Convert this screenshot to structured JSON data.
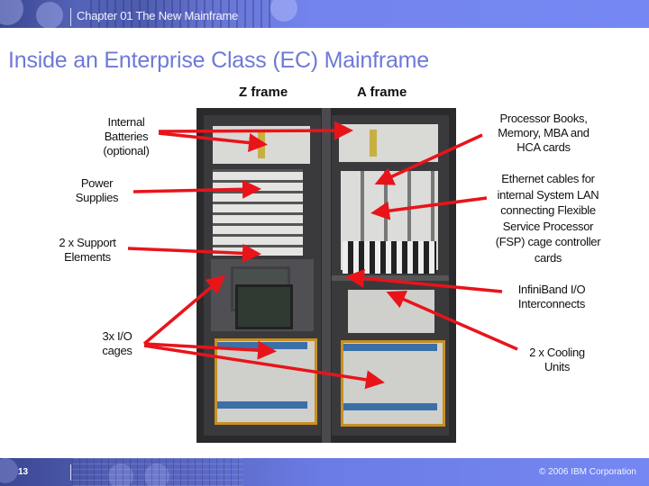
{
  "header": {
    "chapter": "Chapter 01 The New Mainframe"
  },
  "slide": {
    "title": "Inside an Enterprise Class (EC) Mainframe",
    "frames": {
      "z": "Z frame",
      "a": "A frame"
    },
    "labels_left": {
      "batteries": [
        "Internal",
        "Batteries",
        "(optional)"
      ],
      "power": [
        "Power",
        "Supplies"
      ],
      "support": [
        "2 x Support",
        "Elements"
      ],
      "io": [
        "3x I/O",
        "cages"
      ]
    },
    "labels_right": {
      "processor": [
        "Processor Books,",
        "Memory, MBA and",
        "HCA cards"
      ],
      "ethernet": [
        "Ethernet cables for",
        "internal System LAN",
        "connecting Flexible",
        "Service Processor",
        "(FSP) cage controller",
        "cards"
      ],
      "infiniband": [
        "InfiniBand I/O",
        "Interconnects"
      ],
      "cooling": [
        "2 x Cooling",
        "Units"
      ]
    },
    "arrow_color": "#e8141a"
  },
  "footer": {
    "page": "13",
    "copyright": "© 2006 IBM Corporation"
  },
  "colors": {
    "title": "#6e79d6",
    "band": "#7587f2"
  }
}
